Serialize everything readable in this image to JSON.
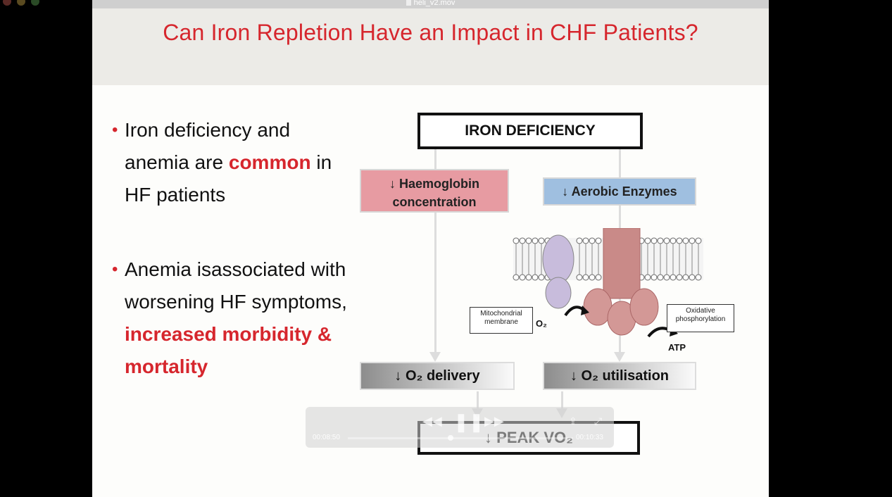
{
  "window": {
    "title": "heli_v2.mov"
  },
  "slide": {
    "title": "Can Iron Repletion Have an Impact in CHF Patients?",
    "bullet1": {
      "part1": "Iron deficiency and anemia are ",
      "emphasis": "common",
      "part2": " in HF patients"
    },
    "bullet2": {
      "part1": "Anemia isassociated with worsening HF symptoms, ",
      "emphasis": "increased morbidity & mortality"
    }
  },
  "diagram": {
    "top": "IRON DEFICIENCY",
    "haemoglobin": "↓ Haemoglobin concentration",
    "aerobic": "↓ Aerobic Enzymes",
    "mito_label": "Mitochondrial membrane",
    "oxi_label": "Oxidative phosphorylation",
    "o2": "O₂",
    "atp": "ATP",
    "o2_delivery": "↓ O₂ delivery",
    "o2_utilisation": "↓ O₂ utilisation",
    "peak": "↓ PEAK VO₂"
  },
  "player": {
    "elapsed": "00:08:50",
    "remaining": "00:10:33"
  },
  "colors": {
    "accent_red": "#d6262d",
    "haem_box": "#e79ba2",
    "aerobic_box": "#9fbfe0"
  }
}
